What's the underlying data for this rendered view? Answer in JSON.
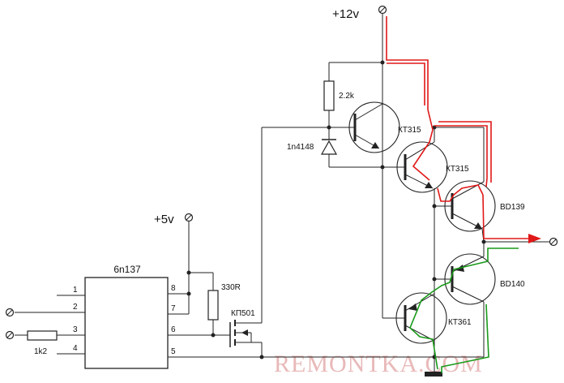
{
  "labels": {
    "v12": "+12v",
    "v5": "+5v",
    "ic_name": "6n137",
    "pin1": "1",
    "pin2": "2",
    "pin3": "3",
    "pin4": "4",
    "pin5": "5",
    "pin6": "6",
    "pin7": "7",
    "pin8": "8",
    "r_in": "1k2",
    "r_pull": "330R",
    "fet": "КП501",
    "r_base": "2.2k",
    "diode": "1n4148",
    "q1": "КТ315",
    "q2": "КТ315",
    "q3": "BD139",
    "q4": "BD140",
    "q5": "КТ361",
    "watermark": "REMONTKA.COM"
  },
  "colors": {
    "wire": "#222222",
    "current_high": "#e01818",
    "current_low": "#1a9a1a",
    "watermark": "#e9b9b9"
  }
}
